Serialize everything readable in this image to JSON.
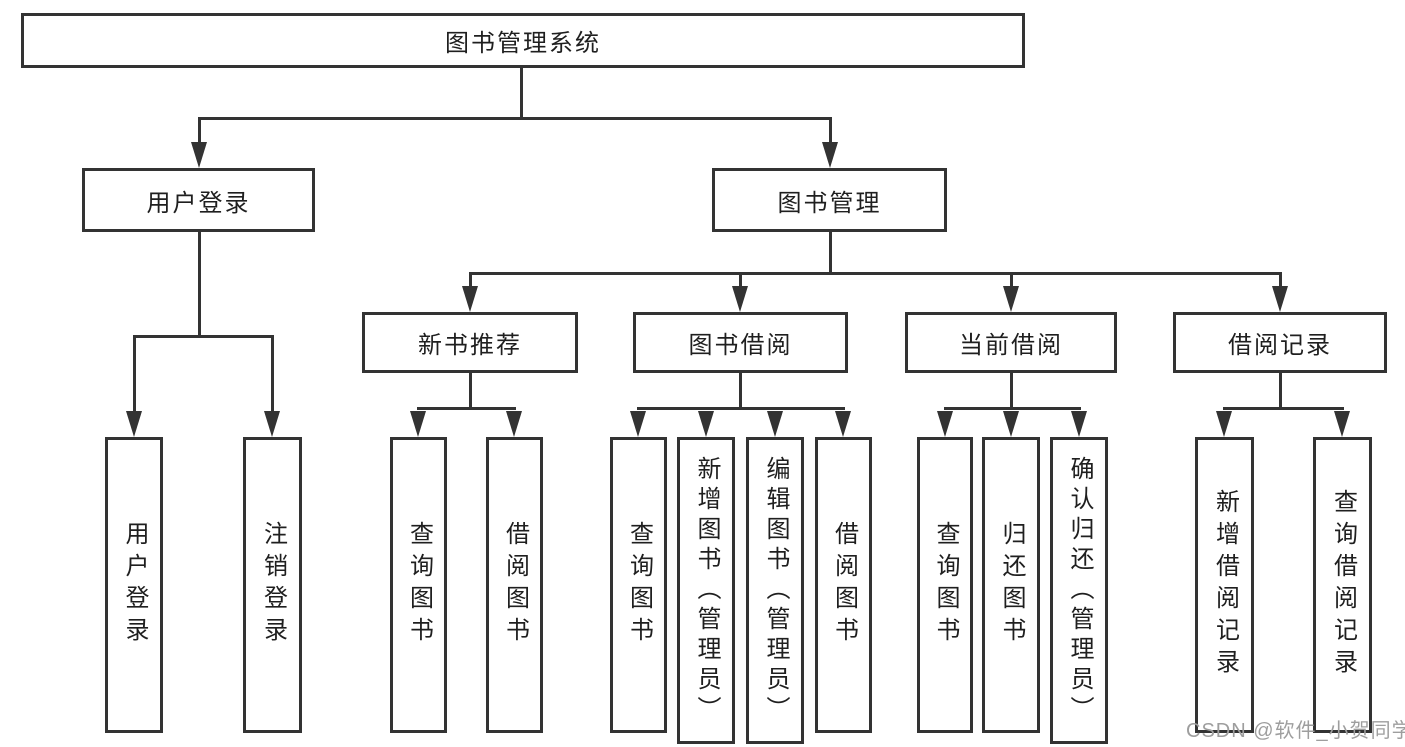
{
  "tree": {
    "root": "图书管理系统",
    "user_login": {
      "label": "用户登录",
      "children": {
        "login": "用户登录",
        "logout": "注销登录"
      }
    },
    "book_mgmt": {
      "label": "图书管理",
      "new_book": {
        "label": "新书推荐",
        "children": {
          "query": "查询图书",
          "borrow": "借阅图书"
        }
      },
      "borrow": {
        "label": "图书借阅",
        "children": {
          "query": "查询图书",
          "add": "新增图书（管理员）",
          "edit": "编辑图书（管理员）",
          "borrow": "借阅图书"
        }
      },
      "current": {
        "label": "当前借阅",
        "children": {
          "query": "查询图书",
          "return": "归还图书",
          "confirm": "确认归还（管理员）"
        }
      },
      "records": {
        "label": "借阅记录",
        "children": {
          "add": "新增借阅记录",
          "query": "查询借阅记录"
        }
      }
    }
  },
  "watermark": "CSDN @软件_小贺同学",
  "colors": {
    "line": "#333333",
    "text": "#1f1f1f",
    "watermark": "#9e9e9e",
    "background": "#ffffff"
  }
}
